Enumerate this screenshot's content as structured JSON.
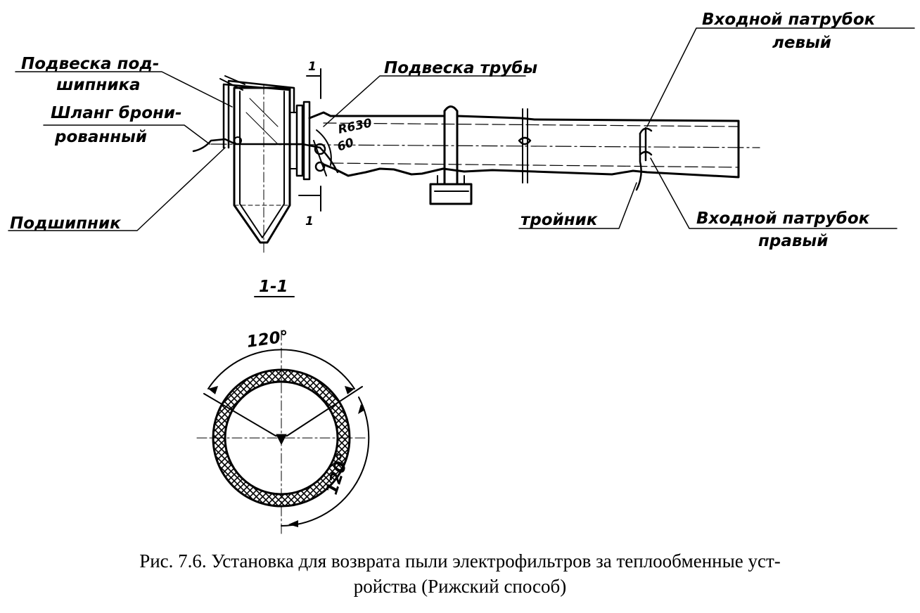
{
  "labels": {
    "bearing_hanger_1": "Подвеска под-",
    "bearing_hanger_2": "шипника",
    "hose_1": "Шланг брони-",
    "hose_2": "рованный",
    "bearing": "Подшипник",
    "pipe_hanger": "Подвеска трубы",
    "inlet_left_1": "Входной патрубок",
    "inlet_left_2": "левый",
    "inlet_right_1": "Входной патрубок",
    "inlet_right_2": "правый",
    "tee": "тройник",
    "radius": "R630",
    "dim_60": "60",
    "section_mark_top": "1",
    "section_mark_bottom": "1",
    "section_title": "1-1",
    "angle_top": "120°",
    "angle_right": "120°"
  },
  "caption": {
    "line1": "Рис. 7.6. Установка для возврата пыли электрофильтров за теплообменные уст-",
    "line2": "ройства (Рижский способ)"
  }
}
